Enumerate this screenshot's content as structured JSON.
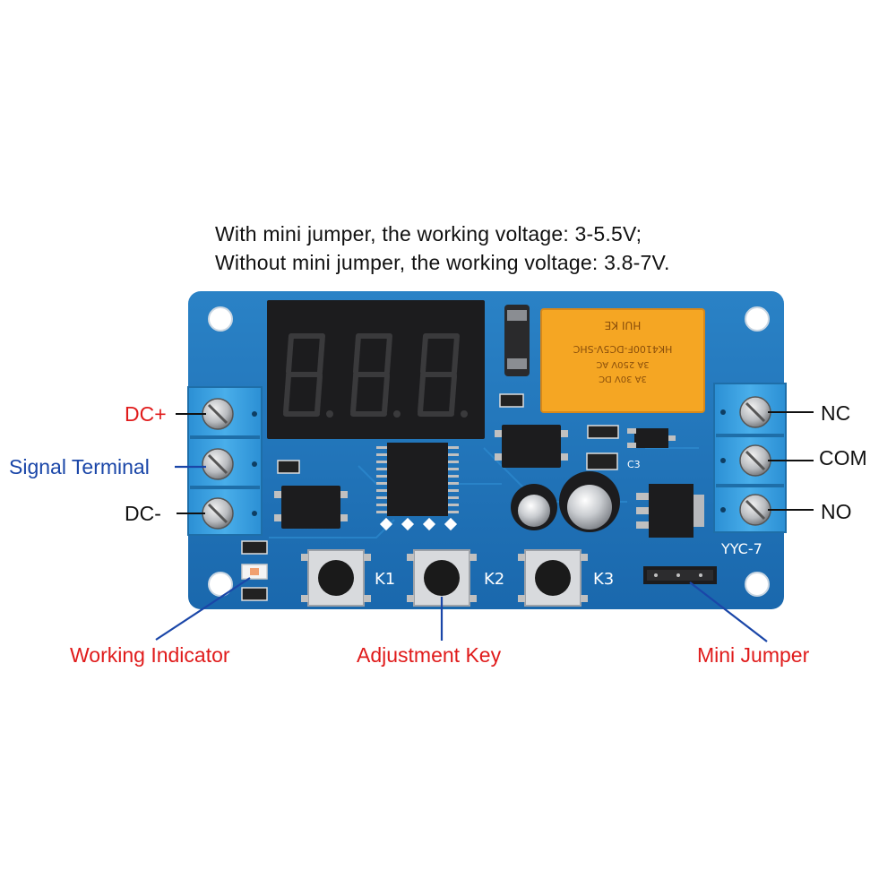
{
  "notes": {
    "line1": "With mini jumper, the working voltage: 3-5.5V;",
    "line2": "Without mini jumper, the working voltage: 3.8-7V."
  },
  "labels": {
    "dc_plus": "DC+",
    "signal_terminal": "Signal Terminal",
    "dc_minus": "DC-",
    "nc": "NC",
    "com": "COM",
    "no": "NO",
    "working_indicator": "Working Indicator",
    "adjustment_key": "Adjustment Key",
    "mini_jumper": "Mini Jumper"
  },
  "board": {
    "model": "YYC-7",
    "keys": [
      "K1",
      "K2",
      "K3"
    ],
    "capacitor": "C3",
    "relay_text": [
      "HUI KE",
      "HK4100F-DC5V-SHC",
      "3A 250V AC",
      "3A 30V DC"
    ],
    "display": "8.8.8."
  },
  "colors": {
    "pcb": "#1f74b8",
    "terminal": "#3aa0e0",
    "relay": "#f5a623",
    "label_red": "#e01b1b",
    "label_blue": "#1a46a8"
  }
}
